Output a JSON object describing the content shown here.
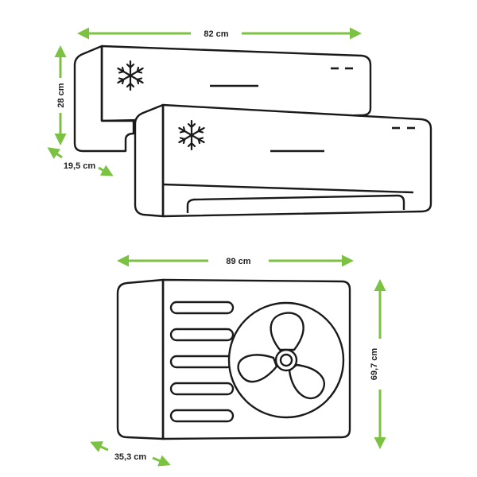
{
  "colors": {
    "outline": "#1a1a1a",
    "dimension_arrow": "#7cc242",
    "background": "#ffffff",
    "label": "#222222"
  },
  "indoor_unit": {
    "width_label": "82 cm",
    "height_label": "28 cm",
    "depth_label": "19,5 cm",
    "icon": "snowflake-icon"
  },
  "outdoor_unit": {
    "width_label": "89 cm",
    "height_label": "69,7 cm",
    "depth_label": "35,3 cm",
    "icon": "fan-icon"
  }
}
